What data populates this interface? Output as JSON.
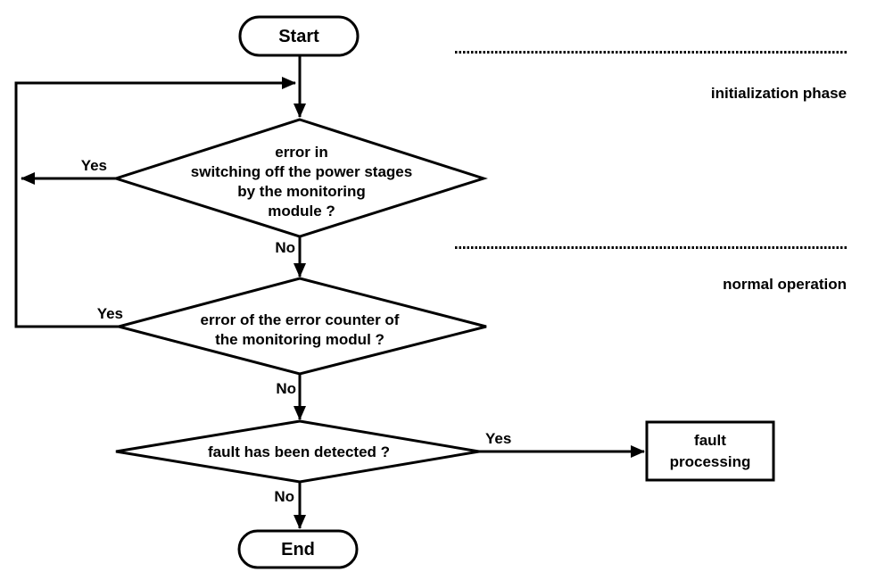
{
  "diagram": {
    "type": "flowchart",
    "colors": {
      "stroke": "#000000",
      "background": "#ffffff"
    },
    "nodes": {
      "start": {
        "label": "Start"
      },
      "decision1": {
        "lines": [
          "error in",
          "switching off the power stages",
          "by the monitoring",
          "module ?"
        ]
      },
      "decision2": {
        "lines": [
          "error of the error counter of",
          "the monitoring modul ?"
        ]
      },
      "decision3": {
        "label": "fault has been detected ?"
      },
      "fault_processing": {
        "lines": [
          "fault",
          "processing"
        ]
      },
      "end": {
        "label": "End"
      }
    },
    "edge_labels": {
      "d1_yes": "Yes",
      "d1_no": "No",
      "d2_yes": "Yes",
      "d2_no": "No",
      "d3_yes": "Yes",
      "d3_no": "No"
    },
    "phases": {
      "phase1": "initialization phase",
      "phase2": "normal operation"
    }
  }
}
